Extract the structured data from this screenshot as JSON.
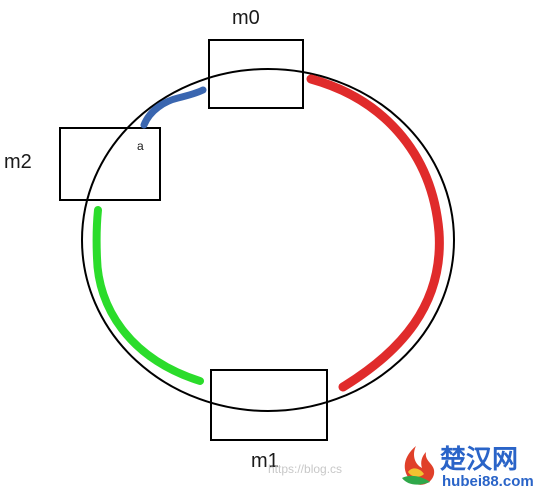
{
  "diagram": {
    "nodes": [
      {
        "id": "m0",
        "label": "m0"
      },
      {
        "id": "m1",
        "label": "m1"
      },
      {
        "id": "m2",
        "label": "m2"
      }
    ],
    "point_a": {
      "label": "a"
    },
    "arcs": [
      {
        "from": "m0",
        "to": "m1",
        "color": "#e02b2b"
      },
      {
        "from": "m1",
        "to": "m2",
        "color": "#2bdc2b"
      },
      {
        "from": "m2",
        "to": "m0",
        "color": "#3a66b0"
      }
    ],
    "ring_color": "#000000"
  },
  "watermark": {
    "url_text": "https://blog.cs",
    "logo_text": "楚汉网",
    "logo_sub": "hubei88.com",
    "logo_colors": {
      "main": "#2a64c8",
      "sub": "#2a64c8",
      "flame": "#e0402a",
      "leaf": "#2fa84a"
    }
  }
}
